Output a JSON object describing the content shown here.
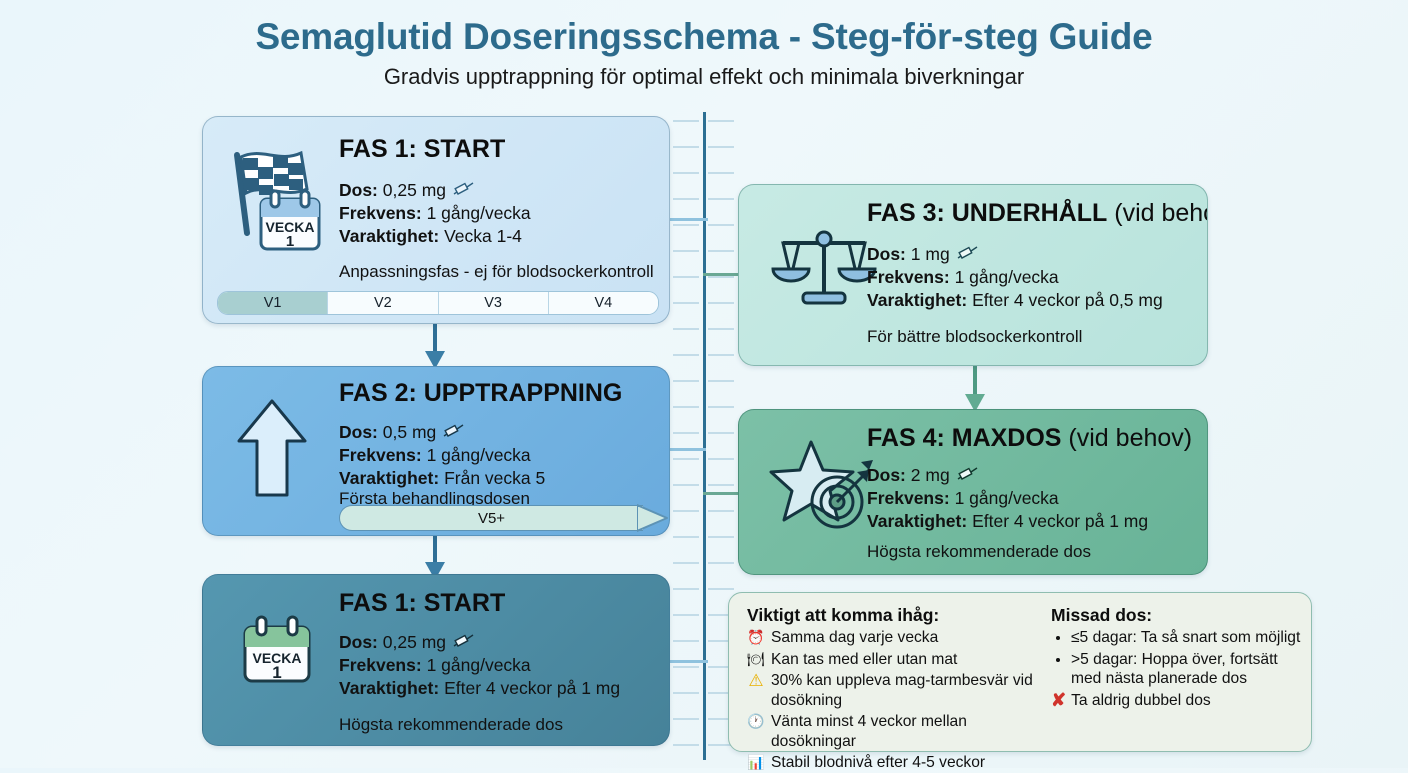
{
  "header": {
    "title": "Semaglutid Doseringsschema - Steg-för-steg Guide",
    "subtitle": "Gradvis upptrappning för optimal effekt och minimala biverkningar",
    "title_color": "#2d6b8c"
  },
  "labels": {
    "dose": "Dos:",
    "frequency": "Frekvens:",
    "duration": "Varaktighet:"
  },
  "phases": [
    {
      "id": "phase-1",
      "title": "FAS 1: START",
      "title_suffix": "",
      "dose": "0,25 mg",
      "frequency": "1 gång/vecka",
      "duration": "Vecka 1-4",
      "note": "Anpassningsfas - ej för blodsockerkontroll",
      "icon": "checkered-flag-calendar-icon",
      "calendar_label": "VECKA",
      "calendar_number": "1",
      "color": "#d3e8f7",
      "segments": [
        "V1",
        "V2",
        "V3",
        "V4"
      ],
      "segments_filled": 1
    },
    {
      "id": "phase-2",
      "title": "FAS 2: UPPTRAPPNING",
      "title_suffix": "",
      "dose": "0,5 mg",
      "frequency": "1 gång/vecka",
      "duration": "Från vecka 5",
      "note": "Första behandlingsdosen",
      "icon": "up-arrow-icon",
      "color": "#6fb2e0",
      "progress_label": "V5+"
    },
    {
      "id": "phase-3-left",
      "title": "FAS 1: START",
      "title_suffix": "",
      "dose": "0,25 mg",
      "frequency": "1 gång/vecka",
      "duration": "Efter 4 veckor på 1 mg",
      "note": "Högsta rekommenderade dos",
      "icon": "calendar-icon",
      "calendar_label": "VECKA",
      "calendar_number": "1",
      "color": "#4a8ba5"
    },
    {
      "id": "phase-3",
      "title": "FAS 3: UNDERHÅLL",
      "title_suffix": " (vid behov)",
      "dose": "1 mg",
      "frequency": "1 gång/vecka",
      "duration": "Efter 4 veckor på 0,5 mg",
      "note": "För bättre blodsockerkontroll",
      "icon": "balance-scale-icon",
      "color": "#bfe8e2"
    },
    {
      "id": "phase-4",
      "title": "FAS 4: MAXDOS",
      "title_suffix": " (vid behov)",
      "dose": "2 mg",
      "frequency": "1 gång/vecka",
      "duration": "Efter 4 veckor på 1 mg",
      "note": "Högsta rekommenderade dos",
      "icon": "star-target-icon",
      "color": "#6fb99f"
    }
  ],
  "tips": {
    "left_heading": "Viktigt att komma ihåg:",
    "left_items": [
      {
        "icon": "alarm-clock-icon",
        "glyph": "⏰",
        "text": "Samma dag varje vecka"
      },
      {
        "icon": "cutlery-icon",
        "glyph": "🍽",
        "text": "Kan tas med eller utan mat"
      },
      {
        "icon": "warning-triangle-icon",
        "glyph": "⚠",
        "text": "30% kan uppleva mag-tarmbesvär vid dosökning"
      },
      {
        "icon": "clock-icon",
        "glyph": "🕐",
        "text": "Vänta minst 4 veckor mellan dosökningar"
      },
      {
        "icon": "bar-chart-icon",
        "glyph": "📊",
        "text": "Stabil blodnivå efter 4-5 veckor"
      }
    ],
    "right_heading": "Missad dos:",
    "right_bullets": [
      "≤5 dagar: Ta så snart som möjligt",
      ">5 dagar: Hoppa över, fortsätt med nästa planerade dos"
    ],
    "right_warning": {
      "icon": "red-x-icon",
      "glyph": "✘",
      "text": "Ta aldrig dubbel dos"
    }
  }
}
